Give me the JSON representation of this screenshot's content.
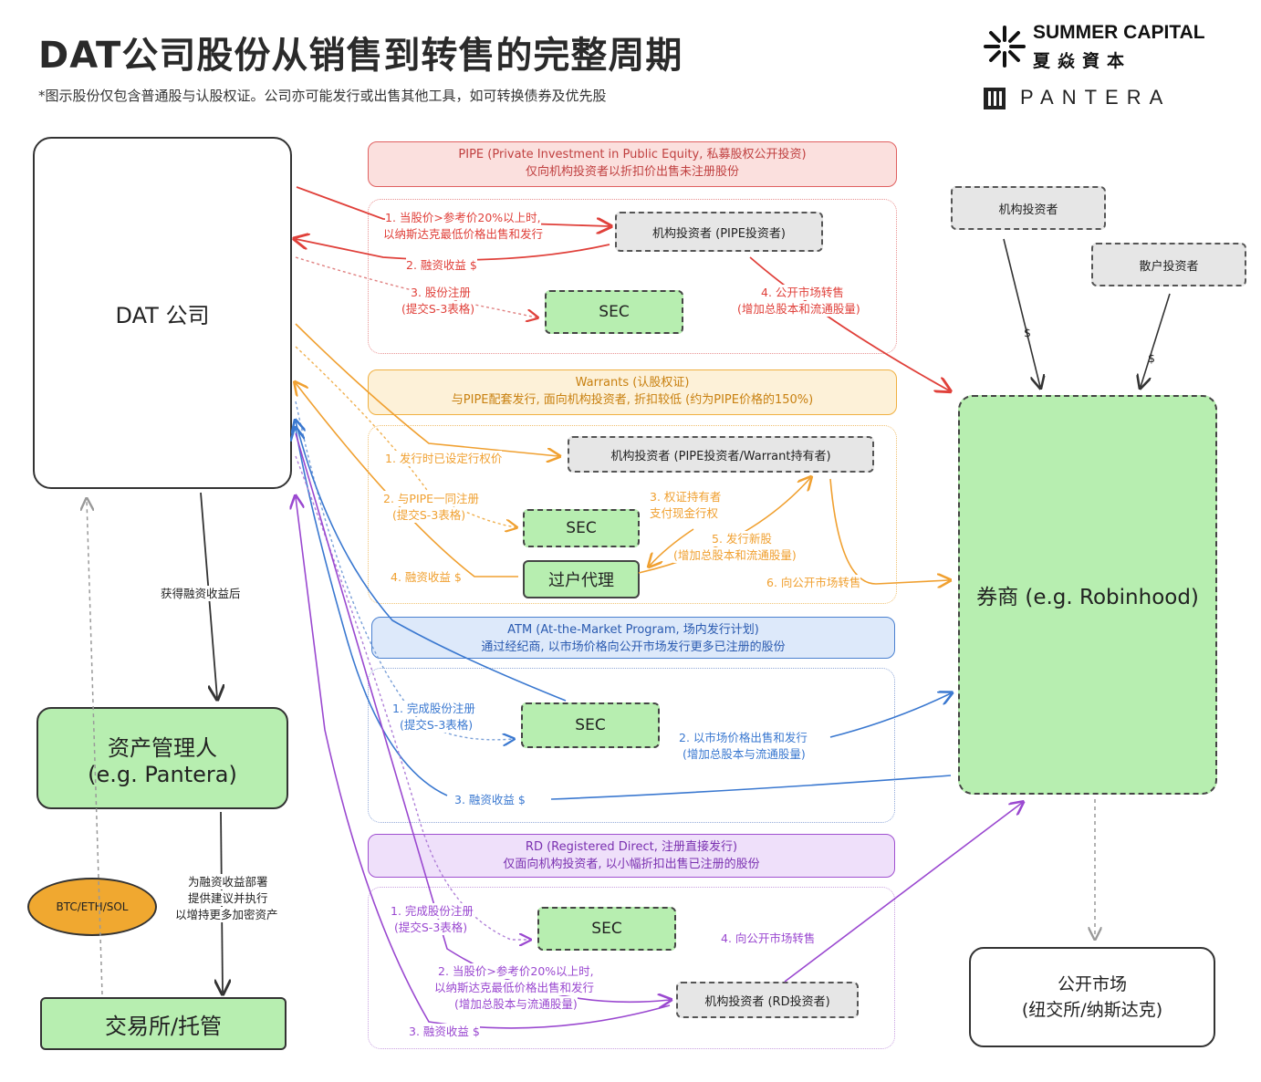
{
  "title": "DAT公司股份从销售到转售的完整周期",
  "subtitle": "*图示股份仅包含普通股与认股权证。公司亦可能发行或出售其他工具，如可转换债券及优先股",
  "logos": {
    "summer_en": "SUMMER CAPITAL",
    "summer_cn": "夏焱資本",
    "pantera": "PANTERA"
  },
  "nodes": {
    "dat": "DAT 公司",
    "asset_manager_line1": "资产管理人",
    "asset_manager_line2": "(e.g. Pantera)",
    "exchange": "交易所/托管",
    "crypto": "BTC/ETH/SOL",
    "broker": "券商 (e.g. Robinhood)",
    "public_market_line1": "公开市场",
    "public_market_line2": "(纽交所/纳斯达克)",
    "inst_investor_top": "机构投资者",
    "retail_investor": "散户投资者",
    "dollar_1": "$",
    "dollar_2": "$"
  },
  "left_labels": {
    "after_proceeds": "获得融资收益后",
    "deploy_1": "为融资收益部署",
    "deploy_2": "提供建议并执行",
    "deploy_3": "以增持更多加密资产"
  },
  "pipe": {
    "banner_1": "PIPE (Private Investment in Public Equity, 私募股权公开投资)",
    "banner_2": "仅向机构投资者以折扣价出售未注册股份",
    "investor": "机构投资者 (PIPE投资者)",
    "sec": "SEC",
    "step1_a": "1. 当股价>参考价20%以上时,",
    "step1_b": "以纳斯达克最低价格出售和发行",
    "step2": "2. 融资收益 $",
    "step3_a": "3. 股份注册",
    "step3_b": "(提交S-3表格)",
    "step4_a": "4. 公开市场转售",
    "step4_b": "(增加总股本和流通股量)"
  },
  "warrants": {
    "banner_1": "Warrants (认股权证)",
    "banner_2": "与PIPE配套发行, 面向机构投资者, 折扣较低 (约为PIPE价格的150%)",
    "investor": "机构投资者 (PIPE投资者/Warrant持有者)",
    "sec": "SEC",
    "agent": "过户代理",
    "step1": "1. 发行时已设定行权价",
    "step2_a": "2. 与PIPE一同注册",
    "step2_b": "(提交S-3表格)",
    "step3_a": "3. 权证持有者",
    "step3_b": "支付现金行权",
    "step4": "4. 融资收益 $",
    "step5_a": "5. 发行新股",
    "step5_b": "(增加总股本和流通股量)",
    "step6": "6. 向公开市场转售"
  },
  "atm": {
    "banner_1": "ATM (At-the-Market Program, 场内发行计划)",
    "banner_2": "通过经纪商, 以市场价格向公开市场发行更多已注册的股份",
    "sec": "SEC",
    "step1_a": "1. 完成股份注册",
    "step1_b": "(提交S-3表格)",
    "step2_a": "2. 以市场价格出售和发行",
    "step2_b": "(增加总股本与流通股量)",
    "step3": "3. 融资收益 $"
  },
  "rd": {
    "banner_1": "RD (Registered Direct, 注册直接发行)",
    "banner_2": "仅面向机构投资者, 以小幅折扣出售已注册的股份",
    "investor": "机构投资者 (RD投资者)",
    "sec": "SEC",
    "step1_a": "1. 完成股份注册",
    "step1_b": "(提交S-3表格)",
    "step2_a": "2. 当股价>参考价20%以上时,",
    "step2_b": "以纳斯达克最低价格出售和发行",
    "step2_c": "(增加总股本与流通股量)",
    "step3": "3. 融资收益 $",
    "step4": "4. 向公开市场转售"
  },
  "colors": {
    "pipe": "#e0403a",
    "warrants": "#f0a030",
    "atm": "#3a78d0",
    "rd": "#9a48d0",
    "green_node": "#b7eeb0",
    "crypto": "#f0a830"
  }
}
